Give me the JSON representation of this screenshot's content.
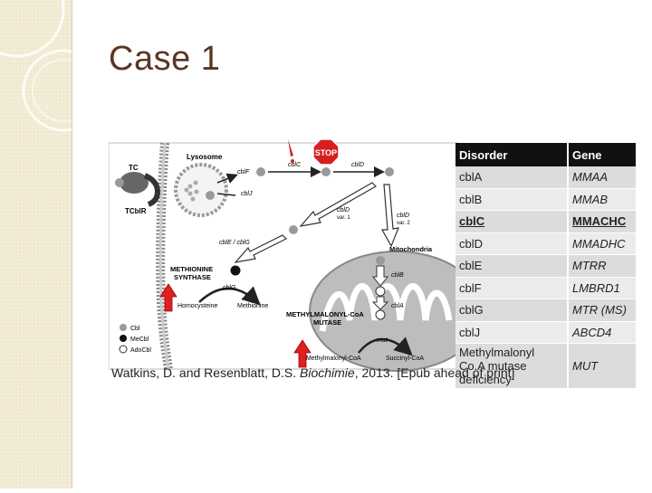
{
  "slide": {
    "title": "Case 1",
    "caption_authors": "Watkins, D. and Resenblatt, D.S. ",
    "caption_journal": "Biochimie",
    "caption_rest": ", 2013. [Epub ahead of print]"
  },
  "diagram": {
    "tc": "TC",
    "tcblr": "TCblR",
    "lysosome": "Lysosome",
    "cblF_1": "cblF",
    "cblJ": "cblJ",
    "cblC": "cblC",
    "cblD_top": "cblD",
    "stop": "STOP",
    "cblD_var1": "cblD",
    "cblD_var1_sub": "var. 1",
    "cblD_var2": "cblD",
    "cblD_var2_sub": "var. 2",
    "cblEG": "cblE / cblG",
    "mitochondria": "Mitochondria",
    "ms_line1": "METHIONINE",
    "ms_line2": "SYNTHASE",
    "cblG": "cblG",
    "homocysteine": "Homocysteine",
    "methionine": "Methionine",
    "cblB": "cblB",
    "cblA": "cblA",
    "mcm_line1": "METHYLMALONYL-CoA",
    "mcm_line2": "MUTASE",
    "mut": "mut",
    "mmcoa": "Methylmalonyl-CoA",
    "succoa": "Succinyl-CoA",
    "legend_cbl": "Cbl",
    "legend_mecbl": "MeCbl",
    "legend_adocbl": "AdoCbl"
  },
  "table": {
    "header_disorder": "Disorder",
    "header_gene": "Gene",
    "rows": [
      {
        "disorder": "cblA",
        "gene": "MMAA"
      },
      {
        "disorder": "cblB",
        "gene": "MMAB"
      },
      {
        "disorder": "cblC",
        "gene": "MMACHC"
      },
      {
        "disorder": "cblD",
        "gene": "MMADHC"
      },
      {
        "disorder": "cblE",
        "gene": "MTRR"
      },
      {
        "disorder": "cblF",
        "gene": "LMBRD1"
      },
      {
        "disorder": "cblG",
        "gene": "MTR (MS)"
      },
      {
        "disorder": "cblJ",
        "gene": "ABCD4"
      },
      {
        "disorder": "Methylmalonyl Co.A mutase deficiency",
        "gene": "MUT"
      }
    ]
  },
  "colors": {
    "title": "#5a3622",
    "stop_sign": "#d62020",
    "up_arrow": "#e02020",
    "table_header": "#111111"
  }
}
